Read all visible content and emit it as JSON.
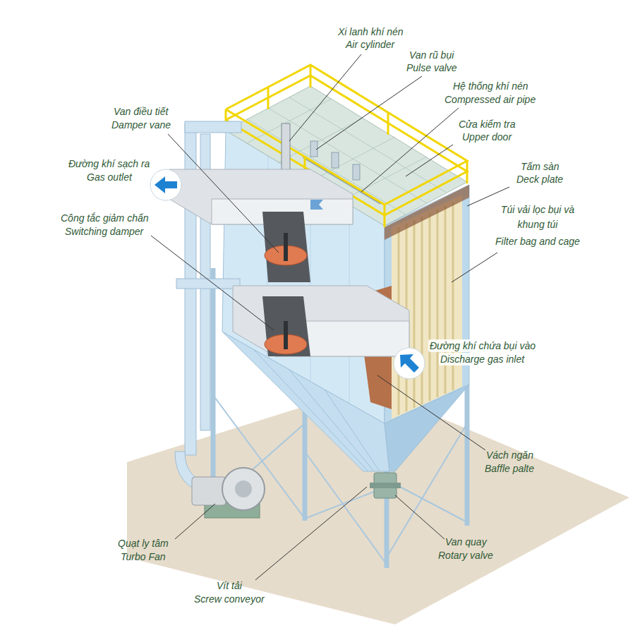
{
  "diagram": {
    "labels": [
      "Xi lanh khí nén",
      "Air cylinder",
      "Van rũ bụi",
      "Pulse valve",
      "Hệ thống khí nén",
      "Compressed air pipe",
      "Cửa kiểm tra",
      "Upper door",
      "Van điều tiết",
      "Damper vane",
      "Tấm sàn",
      "Deck plate",
      "Đường khí sạch ra",
      "Gas outlet",
      "Túi vải lọc bụi và khung túi",
      "Filter bag and cage",
      "Công tắc giảm chấn",
      "Switching damper",
      "Đường khí chứa bụi vào",
      "Discharge gas inlet",
      "Vách ngăn",
      "Baffle palte",
      "Quạt ly tâm",
      "Turbo Fan",
      "Van quay",
      "Rotary valve",
      "Vít tải",
      "Screw conveyor"
    ]
  }
}
